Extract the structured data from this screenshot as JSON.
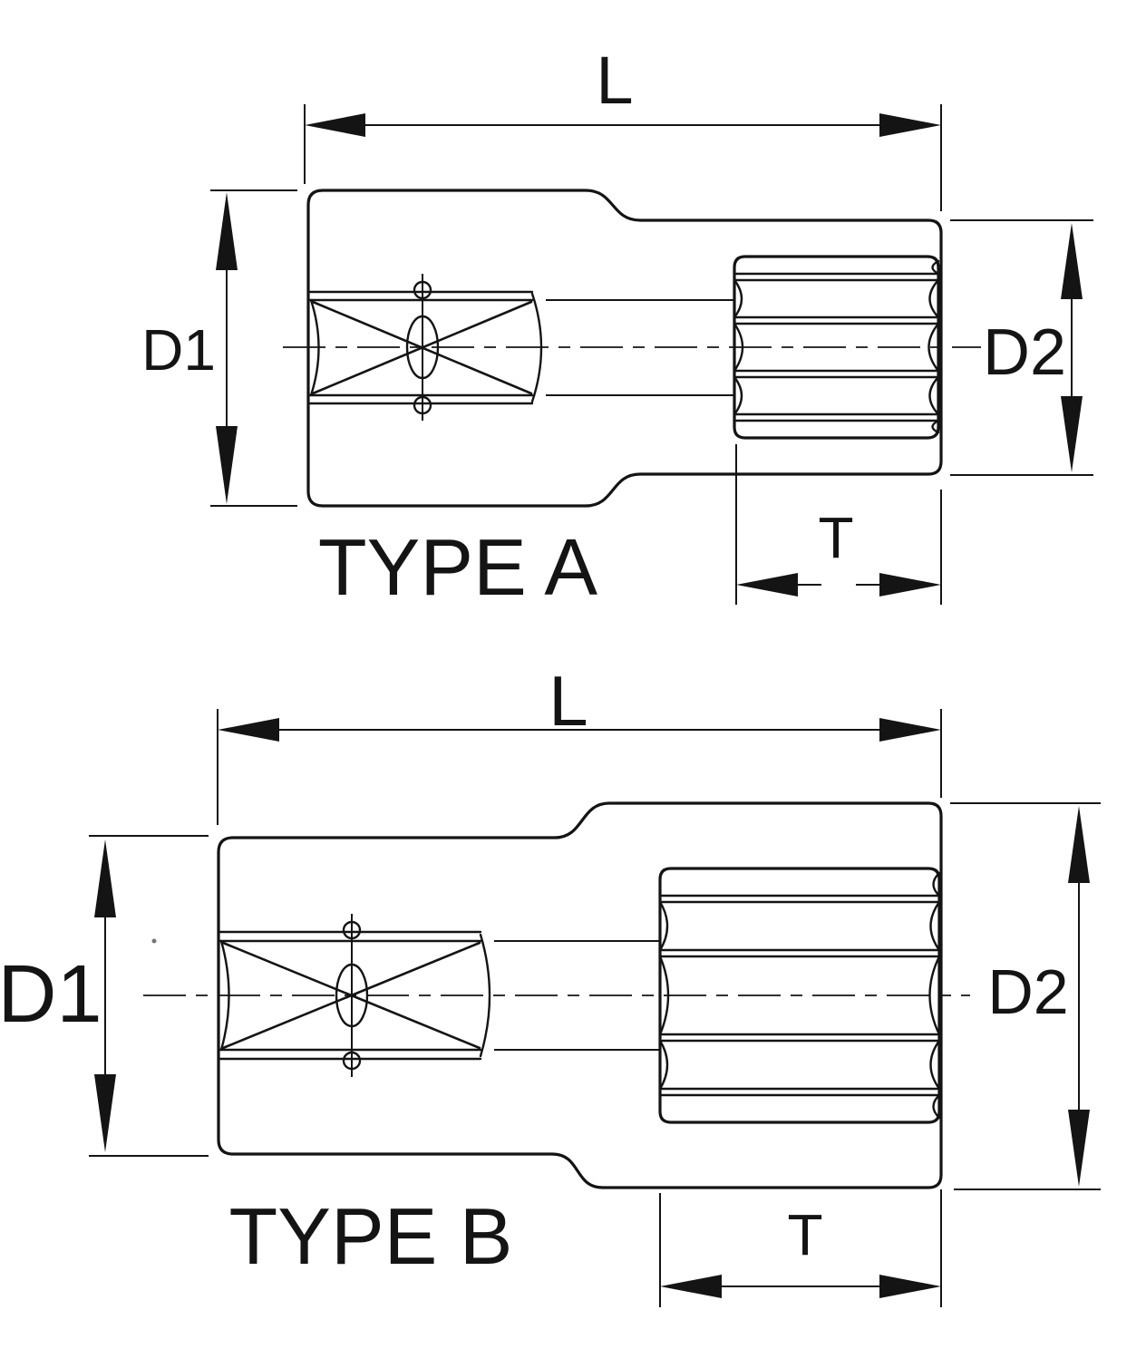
{
  "page": {
    "background": "#ffffff",
    "ink": "#141414",
    "drawing_type": "socket dimension diagram"
  },
  "figures": [
    {
      "caption": "TYPE A",
      "labels": {
        "length": "L",
        "front_diameter": "D1",
        "drive_diameter": "D2",
        "drive_depth": "T"
      }
    },
    {
      "caption": "TYPE B",
      "labels": {
        "length": "L",
        "front_diameter": "D1",
        "drive_diameter": "D2",
        "drive_depth": "T"
      }
    }
  ]
}
